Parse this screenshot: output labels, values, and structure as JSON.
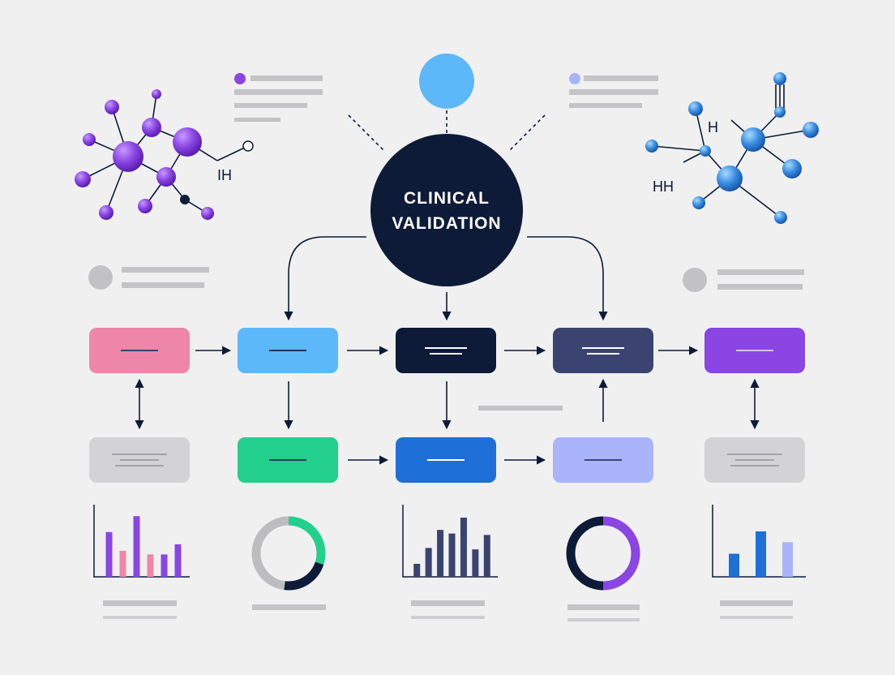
{
  "title_lines": [
    "CLINICAL",
    "VALIDATION"
  ],
  "molecule_labels": {
    "left": "IH",
    "right_top": "H",
    "right_bottom": "HH"
  },
  "colors": {
    "background": "#f0f0f1",
    "navy": "#0d1b38",
    "slate": "#3b4470",
    "pink": "#ee86a9",
    "sky": "#5cb8f9",
    "purple": "#8a45e3",
    "green": "#23cf8d",
    "blue": "#1f6fd8",
    "lavender": "#a9b4fa",
    "gray_box": "#d3d3d5",
    "gray_text": "#c4c4c6",
    "gray_dot": "#c2c2c4",
    "molecule_purple": "#7e3fd8",
    "molecule_blue": "#3b8ee3",
    "title_text": "#ffffff"
  },
  "boxes_top": [
    {
      "id": "pink",
      "color": "pink",
      "lines": 1,
      "line_color": "#3b4470"
    },
    {
      "id": "sky",
      "color": "sky",
      "lines": 1,
      "line_color": "#2a3466"
    },
    {
      "id": "navy",
      "color": "navy",
      "lines": 2,
      "line_color": "#ffffff"
    },
    {
      "id": "slate",
      "color": "slate",
      "lines": 2,
      "line_color": "#ffffff"
    },
    {
      "id": "purple",
      "color": "purple",
      "lines": 1,
      "line_color": "#d6c6ff"
    }
  ],
  "boxes_bottom": [
    {
      "id": "gray-left",
      "color": "gray_box",
      "lines": 3,
      "line_color": "#a4a4a8"
    },
    {
      "id": "green",
      "color": "green",
      "lines": 1,
      "line_color": "#1a3a55"
    },
    {
      "id": "blue",
      "color": "blue",
      "lines": 1,
      "line_color": "#ffffff"
    },
    {
      "id": "lavender",
      "color": "lavender",
      "lines": 1,
      "line_color": "#3b4470"
    },
    {
      "id": "gray-right",
      "color": "gray_box",
      "lines": 3,
      "line_color": "#a4a4a8"
    }
  ],
  "mini_charts": [
    {
      "type": "bar",
      "series": [
        {
          "color": "#8a45e3",
          "values": [
            62
          ]
        },
        {
          "color": "#ee86a9",
          "values": [
            36
          ]
        },
        {
          "color": "#8a45e3",
          "values": [
            84
          ]
        },
        {
          "color": "#ee86a9",
          "values": [
            31
          ]
        },
        {
          "color": "#8a45e3",
          "values": [
            31
          ]
        },
        {
          "color": "#8a45e3",
          "values": [
            45
          ]
        }
      ]
    },
    {
      "type": "donut",
      "segments": [
        {
          "color": "#23cf8d",
          "value": 30
        },
        {
          "color": "#0d1b38",
          "value": 22
        },
        {
          "color": "#bdbdbf",
          "value": 48
        }
      ]
    },
    {
      "type": "bar",
      "series": [
        {
          "color": "#3b4470",
          "values": [
            18
          ]
        },
        {
          "color": "#3b4470",
          "values": [
            40
          ]
        },
        {
          "color": "#3b4470",
          "values": [
            65
          ]
        },
        {
          "color": "#3b4470",
          "values": [
            60
          ]
        },
        {
          "color": "#3b4470",
          "values": [
            82
          ]
        },
        {
          "color": "#3b4470",
          "values": [
            38
          ]
        },
        {
          "color": "#3b4470",
          "values": [
            58
          ]
        }
      ]
    },
    {
      "type": "donut",
      "segments": [
        {
          "color": "#8a45e3",
          "value": 50
        },
        {
          "color": "#0d1b38",
          "value": 50
        }
      ]
    },
    {
      "type": "bar",
      "series": [
        {
          "color": "#1f6fd8",
          "values": [
            32
          ]
        },
        {
          "color": "#1f6fd8",
          "values": [
            63
          ]
        },
        {
          "color": "#a9b4fa",
          "values": [
            48
          ]
        }
      ]
    }
  ]
}
